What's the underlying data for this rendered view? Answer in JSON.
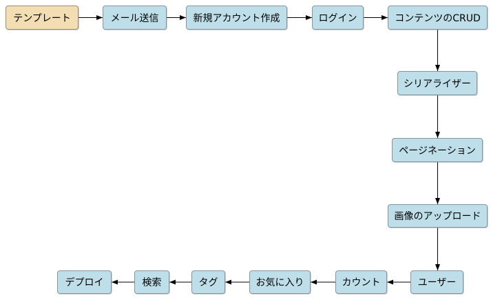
{
  "diagram": {
    "type": "flowchart",
    "colors": {
      "background": "#ffffff",
      "start_node_fill": "#f2deb2",
      "start_node_border": "#998c72",
      "node_fill": "#bedfe9",
      "node_border": "#87949c",
      "arrow": "#000000",
      "text": "#000000"
    },
    "nodes": [
      {
        "id": "template",
        "label": "テンプレート",
        "fill": "#f2deb2"
      },
      {
        "id": "mail-send",
        "label": "メール送信",
        "fill": "#bedfe9"
      },
      {
        "id": "create-account",
        "label": "新規アカウント作成",
        "fill": "#bedfe9"
      },
      {
        "id": "login",
        "label": "ログイン",
        "fill": "#bedfe9"
      },
      {
        "id": "content-crud",
        "label": "コンテンツのCRUD",
        "fill": "#bedfe9"
      },
      {
        "id": "serializer",
        "label": "シリアライザー",
        "fill": "#bedfe9"
      },
      {
        "id": "pagination",
        "label": "ページネーション",
        "fill": "#bedfe9"
      },
      {
        "id": "image-upload",
        "label": "画像のアップロード",
        "fill": "#bedfe9"
      },
      {
        "id": "user",
        "label": "ユーザー",
        "fill": "#bedfe9"
      },
      {
        "id": "count",
        "label": "カウント",
        "fill": "#bedfe9"
      },
      {
        "id": "favorite",
        "label": "お気に入り",
        "fill": "#bedfe9"
      },
      {
        "id": "tag",
        "label": "タグ",
        "fill": "#bedfe9"
      },
      {
        "id": "search",
        "label": "検索",
        "fill": "#bedfe9"
      },
      {
        "id": "deploy",
        "label": "デプロイ",
        "fill": "#bedfe9"
      }
    ],
    "edges": [
      {
        "from": "テンプレート",
        "to": "メール送信"
      },
      {
        "from": "メール送信",
        "to": "新規アカウント作成"
      },
      {
        "from": "新規アカウント作成",
        "to": "ログイン"
      },
      {
        "from": "ログイン",
        "to": "コンテンツのCRUD"
      },
      {
        "from": "コンテンツのCRUD",
        "to": "シリアライザー"
      },
      {
        "from": "シリアライザー",
        "to": "ページネーション"
      },
      {
        "from": "ページネーション",
        "to": "画像のアップロード"
      },
      {
        "from": "画像のアップロード",
        "to": "ユーザー"
      },
      {
        "from": "ユーザー",
        "to": "カウント"
      },
      {
        "from": "カウント",
        "to": "お気に入り"
      },
      {
        "from": "お気に入り",
        "to": "タグ"
      },
      {
        "from": "タグ",
        "to": "検索"
      },
      {
        "from": "検索",
        "to": "デプロイ"
      }
    ]
  }
}
